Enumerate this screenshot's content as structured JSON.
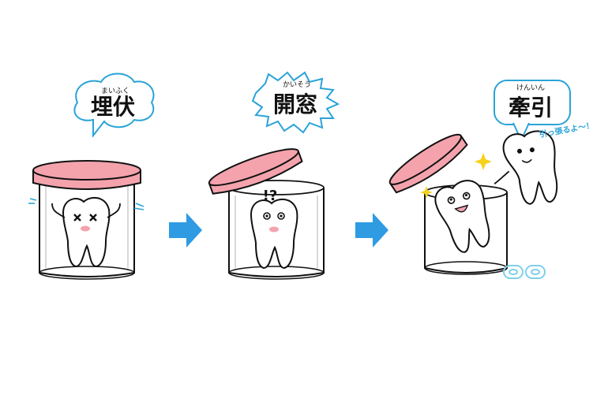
{
  "steps": [
    {
      "title": "埋伏",
      "reading": "まいふく"
    },
    {
      "title": "開窓",
      "reading": "かいそう"
    },
    {
      "title": "牽引",
      "reading": "けんいん"
    }
  ],
  "surprise_mark": "!?",
  "pull_speech": "引っ張るよ～！",
  "colors": {
    "lid": "#f4a3ad",
    "bubble": "#2aa3d8",
    "arrow": "#2f9be3",
    "sparkle": "#f6d21b",
    "cheek": "#f4a3ad"
  },
  "icons": [
    "arrow-right-icon",
    "arrow-right-icon",
    "sparkle-icon",
    "bracket-icon"
  ]
}
